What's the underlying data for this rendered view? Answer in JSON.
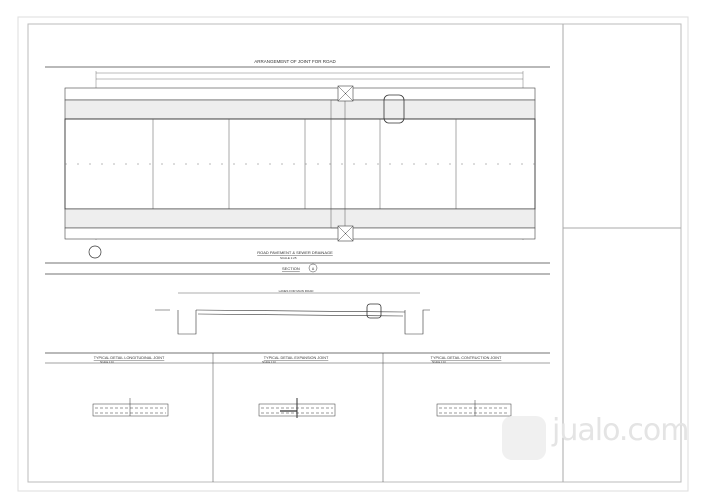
{
  "sheet": {
    "plan_title": "ARRANGEMENT OF JOINT FOR ROAD",
    "plan_caption": "ROAD PAVEMENT & SEWER DRAINAGE",
    "plan_scale": "SCALE 1:25",
    "section_title": "SECTION",
    "section_marker": "A",
    "section_caption": "LANES FOR MAIN ROAD",
    "details": [
      {
        "title": "TYPICAL DETAIL LONGITUDINAL JOINT",
        "scale": "SCALE 1:10"
      },
      {
        "title": "TYPICAL DETAIL EXPANSION JOINT",
        "scale": "SCALE 1:10"
      },
      {
        "title": "TYPICAL DETAIL CONTRUCTION JOINT",
        "scale": "SCALE 1:10"
      }
    ]
  },
  "watermark": "jualo.com"
}
